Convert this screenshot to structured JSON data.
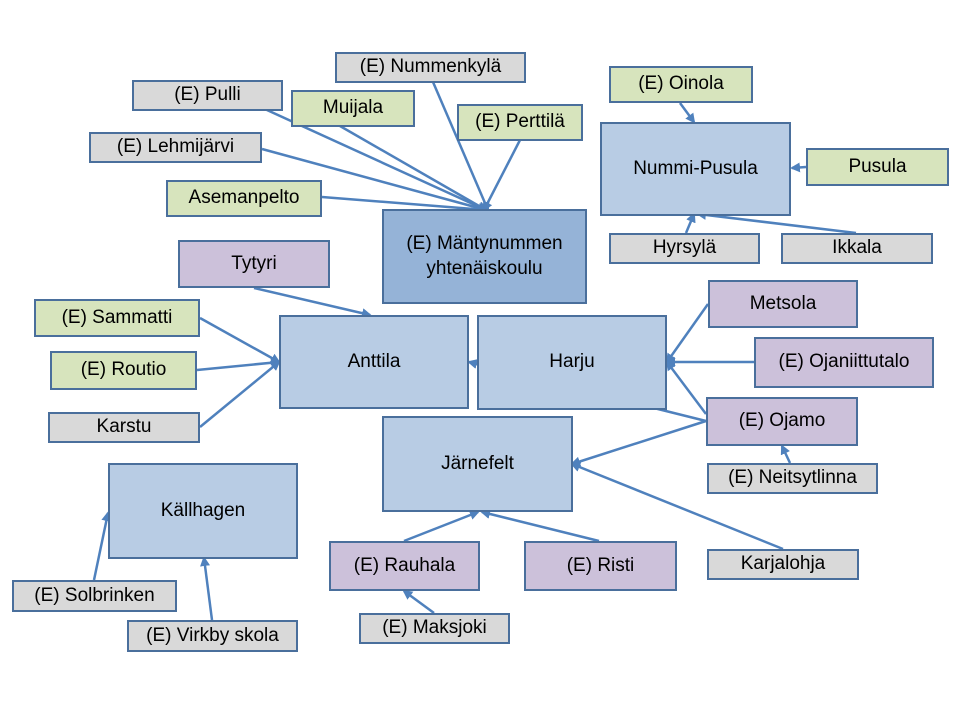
{
  "hubs": {
    "mantynummen": "(E) Mäntynummen\nyhtenäiskoulu",
    "nummi_pusula": "Nummi-Pusula",
    "anttila": "Anttila",
    "harju": "Harju",
    "jarnefelt": "Järnefelt",
    "kallhagen": "Källhagen"
  },
  "schools": {
    "nummenkyla": "(E) Nummenkylä",
    "pulli": "(E) Pulli",
    "muijala": "Muijala",
    "perttila": "(E) Perttilä",
    "lehmijarvi": "(E) Lehmijärvi",
    "asemanpelto": "Asemanpelto",
    "oinola": "(E) Oinola",
    "pusula": "Pusula",
    "hyrsyla": "Hyrsylä",
    "ikkala": "Ikkala",
    "tytyri": "Tytyri",
    "sammatti": "(E) Sammatti",
    "routio": "(E) Routio",
    "karstu": "Karstu",
    "metsola": "Metsola",
    "ojaniittutalo": "(E) Ojaniittutalo",
    "ojamo": "(E) Ojamo",
    "neitsytlinna": "(E) Neitsytlinna",
    "rauhala": "(E) Rauhala",
    "risti": "(E) Risti",
    "karjalohja": "Karjalohja",
    "maksjoki": "(E) Maksjoki",
    "solbrinken": "(E) Solbrinken",
    "virkby": "(E) Virkby skola"
  },
  "colors": {
    "arrow": "#4f81bd",
    "hub_fill": "#b8cce4",
    "hub_dark_fill": "#95b3d7",
    "green_fill": "#d7e4bd",
    "gray_fill": "#d9d9d9",
    "purple_fill": "#ccc1da",
    "border": "#4a6f9c"
  }
}
